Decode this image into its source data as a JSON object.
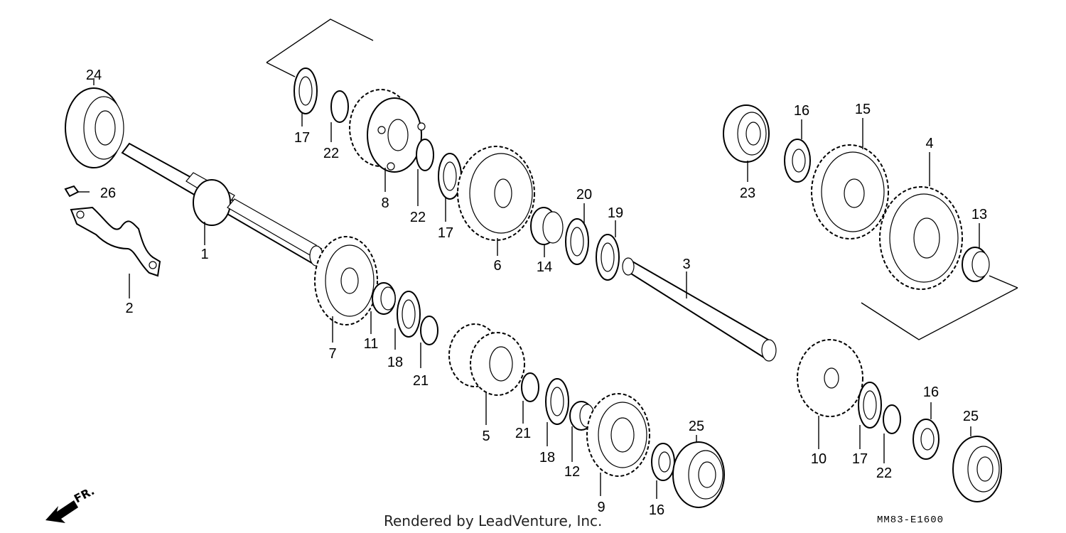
{
  "labels": {
    "p1": "1",
    "p2": "2",
    "p3": "3",
    "p4": "4",
    "p5": "5",
    "p6": "6",
    "p7": "7",
    "p8": "8",
    "p9": "9",
    "p10": "10",
    "p11": "11",
    "p12": "12",
    "p13": "13",
    "p14": "14",
    "p15": "15",
    "p16a": "16",
    "p16b": "16",
    "p16c": "16",
    "p17a": "17",
    "p17b": "17",
    "p17c": "17",
    "p18a": "18",
    "p18b": "18",
    "p19": "19",
    "p20": "20",
    "p21a": "21",
    "p21b": "21",
    "p22a": "22",
    "p22b": "22",
    "p22c": "22",
    "p23": "23",
    "p24": "24",
    "p25a": "25",
    "p25b": "25",
    "p26": "26"
  },
  "footer": {
    "credit": "Rendered by LeadVenture, Inc.",
    "code": "MM83-E1600"
  },
  "direction": {
    "text": "FR."
  }
}
